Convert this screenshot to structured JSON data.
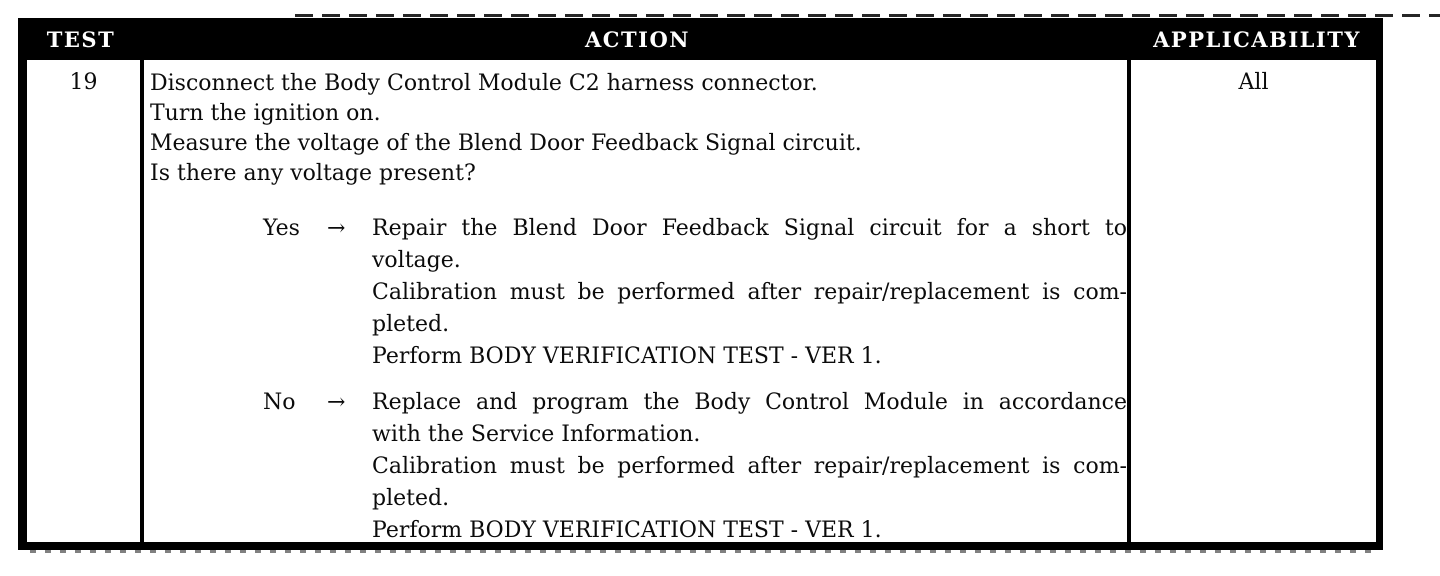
{
  "colors": {
    "page_bg": "#ffffff",
    "header_bg": "#000000",
    "header_text": "#ffffff",
    "body_text": "#0b0b0b",
    "border": "#000000"
  },
  "table": {
    "header": {
      "test_label": "TEST",
      "action_label": "ACTION",
      "applicability_label": "APPLICABILITY"
    },
    "row": {
      "test_number": "19",
      "applicability": "All",
      "action_steps": [
        "Disconnect the Body Control Module C2 harness connector.",
        "Turn the ignition on.",
        "Measure the voltage of the Blend Door Feedback Signal circuit.",
        "Is there any voltage present?"
      ],
      "results": [
        {
          "answer": "Yes",
          "arrow": "→",
          "lines": [
            "Repair the Blend Door Feedback Signal circuit for a short to",
            "voltage.",
            "Calibration must be performed after repair/replacement is com-",
            "pleted.",
            "Perform BODY VERIFICATION TEST - VER 1."
          ]
        },
        {
          "answer": "No",
          "arrow": "→",
          "lines": [
            "Replace and program the Body Control Module in accordance",
            "with the Service Information.",
            "Calibration must be performed after repair/replacement is com-",
            "pleted.",
            "Perform BODY VERIFICATION TEST - VER 1."
          ]
        }
      ]
    }
  }
}
